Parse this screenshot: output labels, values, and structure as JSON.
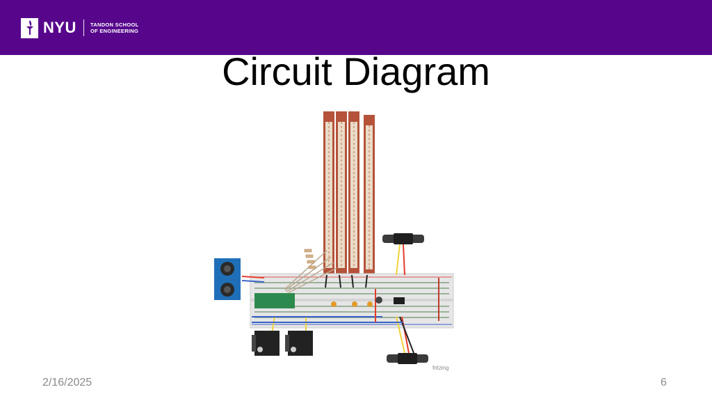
{
  "header": {
    "logo_text": "NYU",
    "school_line1": "TANDON SCHOOL",
    "school_line2": "OF ENGINEERING",
    "bar_color": "#57068c"
  },
  "slide": {
    "title": "Circuit Diagram",
    "date": "2/16/2025",
    "page_number": "6"
  },
  "diagram": {
    "watermark": "fritzing"
  }
}
